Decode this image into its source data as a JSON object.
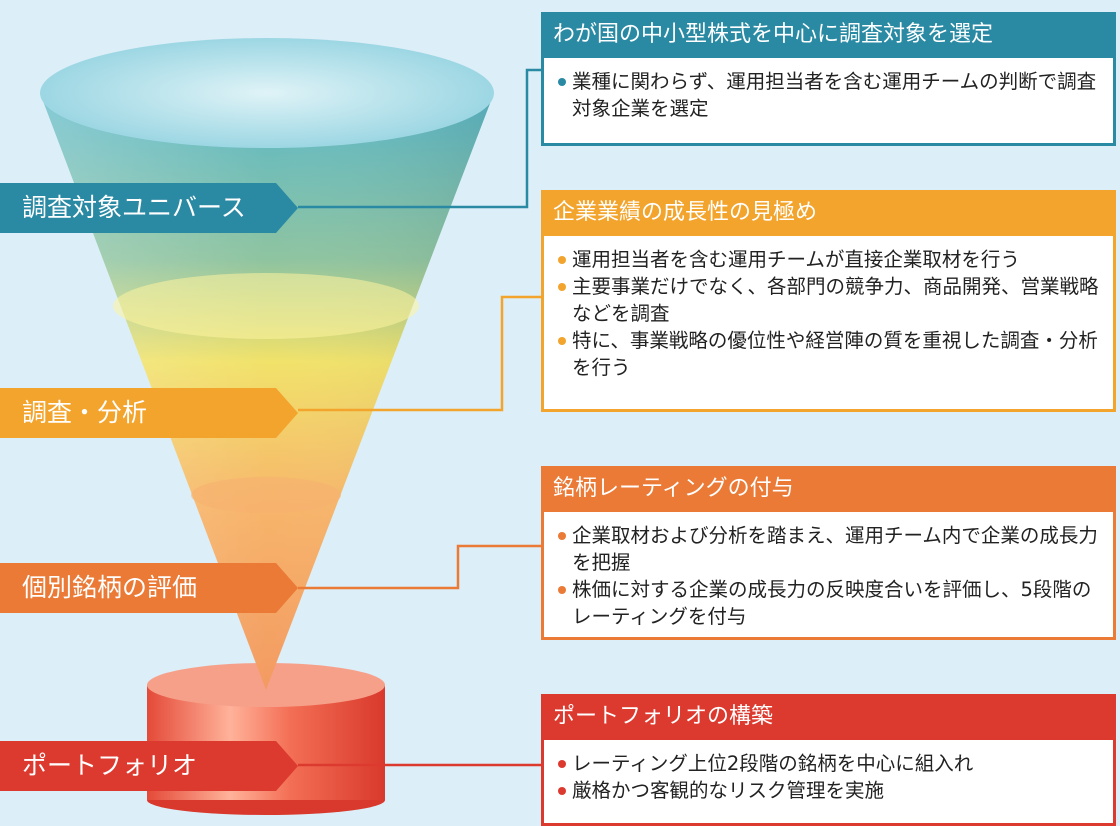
{
  "stages": [
    {
      "id": "universe",
      "label": "調査対象ユニバース",
      "color": "#2a8aa3"
    },
    {
      "id": "analysis",
      "label": "調査・分析",
      "color": "#f2a42d"
    },
    {
      "id": "evaluation",
      "label": "個別銘柄の評価",
      "color": "#ea7a36"
    },
    {
      "id": "portfolio",
      "label": "ポートフォリオ",
      "color": "#dd3a2f"
    }
  ],
  "panels": [
    {
      "title": "わが国の中小型株式を中心に調査対象を選定",
      "color": "#2a8aa3",
      "bullets": [
        "業種に関わらず、運用担当者を含む運用チームの判断で調査対象企業を選定"
      ]
    },
    {
      "title": "企業業績の成長性の見極め",
      "color": "#f2a42d",
      "bullets": [
        "運用担当者を含む運用チームが直接企業取材を行う",
        "主要事業だけでなく、各部門の競争力、商品開発、営業戦略などを調査",
        "特に、事業戦略の優位性や経営陣の質を重視した調査・分析を行う"
      ]
    },
    {
      "title": "銘柄レーティングの付与",
      "color": "#ea7a36",
      "bullets": [
        "企業取材および分析を踏まえ、運用チーム内で企業の成長力を把握",
        "株価に対する企業の成長力の反映度合いを評価し、5段階のレーティングを付与"
      ]
    },
    {
      "title": "ポートフォリオの構築",
      "color": "#dd3a2f",
      "bullets": [
        "レーティング上位2段階の銘柄を中心に組入れ",
        "厳格かつ客観的なリスク管理を実施"
      ]
    }
  ]
}
